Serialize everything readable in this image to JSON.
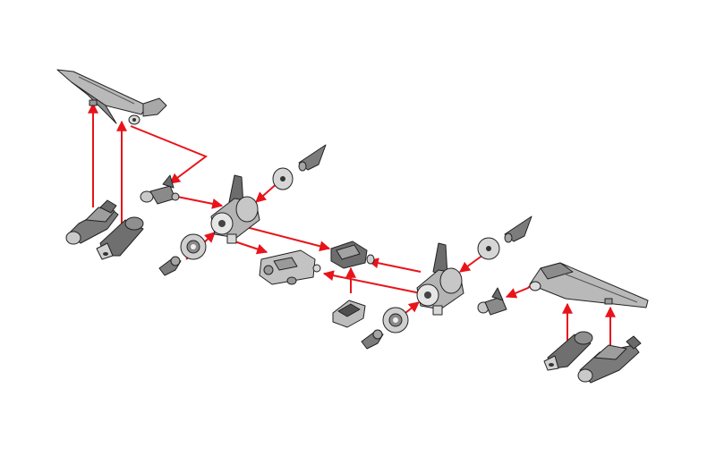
{
  "colors": {
    "background": "#ffffff",
    "arrow": "#e8141b",
    "part_fill": "#b9b9b9",
    "part_dark": "#5a5a5a",
    "part_light": "#dcdcdc",
    "outline": "#222222"
  },
  "parts": [
    "wing-left",
    "wing-right",
    "fin-mount-left",
    "fin-mount-right",
    "washer-top-left",
    "washer-top-right",
    "washer-bottom-left",
    "washer-bottom-right",
    "nose-cone-top-left",
    "nose-cone-top-right",
    "nose-cone-bottom-left",
    "nose-cone-bottom-right",
    "clip-left",
    "clip-right",
    "center-connector",
    "center-joint",
    "small-block",
    "missile-left-a",
    "missile-left-b",
    "missile-right-a",
    "missile-right-b"
  ],
  "arrows_count": 16
}
